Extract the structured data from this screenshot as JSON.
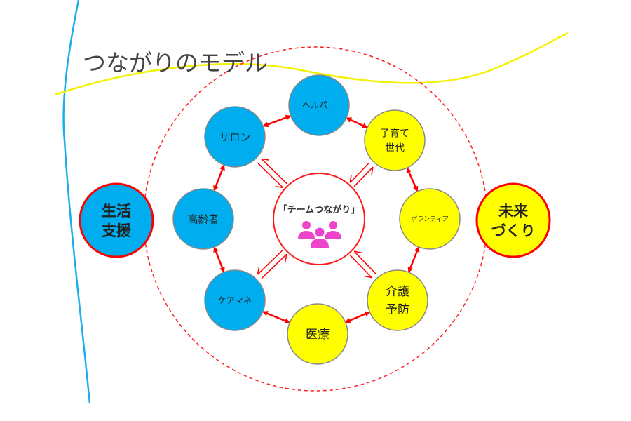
{
  "title": "つながりのモデル",
  "center": {
    "label": "「チームつながり」",
    "icon": "people-group-icon"
  },
  "left_hub": {
    "lines": [
      "生活",
      "支援"
    ]
  },
  "right_hub": {
    "lines": [
      "未来",
      "づくり"
    ]
  },
  "nodes": [
    {
      "id": "helper",
      "lines": [
        "ヘルパー"
      ],
      "group": "blue"
    },
    {
      "id": "kosodate",
      "lines": [
        "子育て",
        "世代"
      ],
      "group": "yellow"
    },
    {
      "id": "volunteer",
      "lines": [
        "ボランティア"
      ],
      "group": "yellow"
    },
    {
      "id": "kaigo",
      "lines": [
        "介護",
        "予防"
      ],
      "group": "yellow"
    },
    {
      "id": "iryo",
      "lines": [
        "医療"
      ],
      "group": "yellow"
    },
    {
      "id": "caremane",
      "lines": [
        "ケアマネ"
      ],
      "group": "blue"
    },
    {
      "id": "koreisha",
      "lines": [
        "高齢者"
      ],
      "group": "blue"
    },
    {
      "id": "salon",
      "lines": [
        "サロン"
      ],
      "group": "blue"
    }
  ],
  "colors": {
    "blue": "#00aeef",
    "yellow": "#ffff00",
    "red": "#ff0000",
    "magenta": "#ee44cc"
  }
}
